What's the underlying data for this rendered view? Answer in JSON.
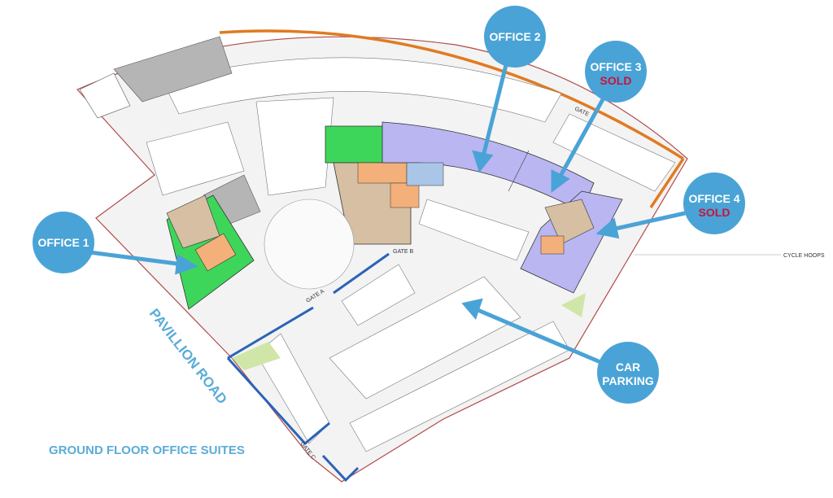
{
  "plan": {
    "title": "GROUND FLOOR OFFICE SUITES",
    "road_label": "PAVILLION ROAD",
    "cycle_label": "CYCLE HOOPS",
    "gates": {
      "a": "GATE A",
      "b": "GATE B",
      "c": "GATE C",
      "north": "GATE"
    }
  },
  "callouts": [
    {
      "label": "OFFICE 1",
      "status": ""
    },
    {
      "label": "OFFICE 2",
      "status": ""
    },
    {
      "label": "OFFICE 3",
      "status": "SOLD"
    },
    {
      "label": "OFFICE 4",
      "status": "SOLD"
    },
    {
      "label": "CAR",
      "label2": "PARKING",
      "status": ""
    }
  ],
  "colors": {
    "callout": "#4aa3d6",
    "sold": "#c8143c",
    "office_green": "#3ed65a",
    "office_purple": "#b9b6f2",
    "core_tan": "#d6bfa3",
    "core_orange": "#f4b07a",
    "boundary_orange": "#e07b22",
    "boundary_red": "#b04a4a",
    "gate_blue": "#2a63b8",
    "landscape": "#cfe6a8",
    "service_grey": "#b5b5b5"
  }
}
